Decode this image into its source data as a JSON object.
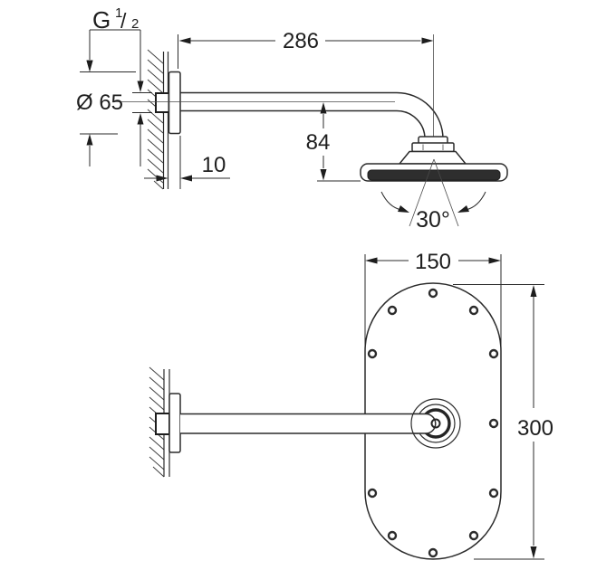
{
  "drawing": {
    "background": "#ffffff",
    "line_color": "#2b2b2b",
    "text_color": "#1e1e1e",
    "labels": {
      "thread_letter": "G",
      "thread_numerator": "1",
      "thread_slash": "/",
      "thread_denominator": "2",
      "escutcheon_diameter": "Ø 65",
      "arm_length": "286",
      "escutcheon_depth": "10",
      "head_drop": "84",
      "swivel_angle": "30°",
      "faceplate_width": "150",
      "faceplate_height": "300"
    }
  }
}
